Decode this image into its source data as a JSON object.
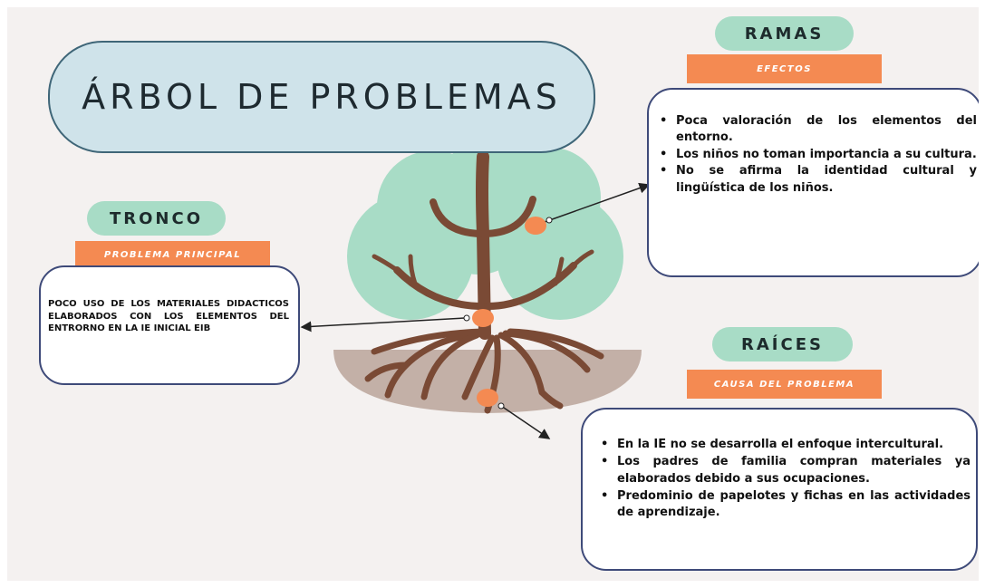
{
  "title": "ÁRBOL DE PROBLEMAS",
  "tronco": {
    "label": "TRONCO",
    "banner": "PROBLEMA PRINCIPAL",
    "text": "POCO USO DE LOS MATERIALES DIDACTICOS ELABORADOS CON LOS ELEMENTOS DEL ENTRORNO EN LA IE INICIAL EIB"
  },
  "ramas": {
    "label": "RAMAS",
    "banner": "EFECTOS",
    "items": [
      "Poca valoración de los elementos del entorno.",
      "Los niños no toman importancia a su cultura.",
      "No se afirma la identidad cultural y lingüística de los niños."
    ]
  },
  "raices": {
    "label": "RAÍCES",
    "banner": "CAUSA DEL PROBLEMA",
    "items": [
      "En la IE no se desarrolla el enfoque intercultural.",
      "Los padres de familia compran materiales ya elaborados debido a sus ocupaciones.",
      "Predominio de papelotes y fichas en las actividades de aprendizaje."
    ]
  },
  "colors": {
    "canvas_bg": "#f4f1f0",
    "title_fill": "#cfe3ea",
    "pill_fill": "#a8dcc6",
    "banner_fill": "#f48a52",
    "card_border": "#3e4a79",
    "foliage": "#a8dcc6",
    "trunk": "#7a4a35",
    "ground": "#c3b0a7",
    "marker": "#f48a52"
  }
}
